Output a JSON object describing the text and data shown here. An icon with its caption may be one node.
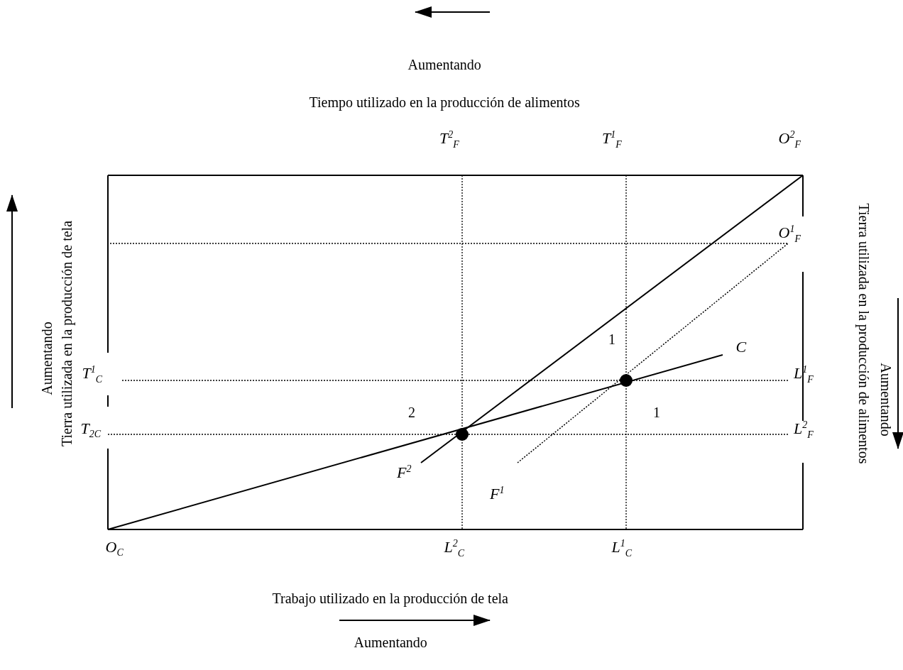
{
  "diagram": {
    "labels": [
      "Aumentando",
      "Tiempo utilizado en la producción de alimentos",
      "T$^{2}$$_{F}$",
      "T$^{1}$$_{F}$",
      "O$^{2}$$_{F}$",
      "Tierra utilizada en la producción de alimentos",
      "Aumentando",
      "O$^{1}$$_{F}$",
      "Aumentando",
      "Tierra utilizada en la producción de tela",
      "C",
      "1",
      "T$^{1}$$_{C}$",
      "L$^{1}$$_{F}$",
      "2",
      "1",
      "T$_{2C}$",
      "L$^{2}$$_{F}$",
      "F$^{2}$",
      "F$^{1}$",
      "O$_{C}$",
      "L$^{2}$$_{C}$",
      "L$^{1}$$_{C}$",
      "Trabajo utilizado en la producción de tela",
      "Aumentando"
    ]
  }
}
